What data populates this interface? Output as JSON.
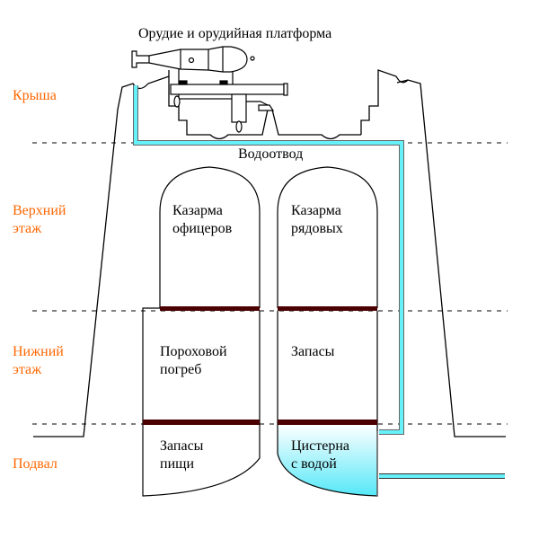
{
  "title": "Орудие и орудийная платформа",
  "colors": {
    "floor_label": "#ff6600",
    "water": "#66f0f8",
    "floor_beam": "#4a0000",
    "line": "#000000"
  },
  "floors": [
    {
      "label": "Крыша"
    },
    {
      "label": "Верхний",
      "label2": "этаж"
    },
    {
      "label": "Нижний",
      "label2": "этаж"
    },
    {
      "label": "Подвал"
    }
  ],
  "drain_label": "Водоотвод",
  "rooms": {
    "officers": {
      "line1": "Казарма",
      "line2": "офицеров"
    },
    "soldiers": {
      "line1": "Казарма",
      "line2": "рядовых"
    },
    "powder": {
      "line1": "Пороховой",
      "line2": "погреб"
    },
    "stores": {
      "line1": "Запасы"
    },
    "food": {
      "line1": "Запасы",
      "line2": "пищи"
    },
    "cistern": {
      "line1": "Цистерна",
      "line2": "с водой"
    }
  }
}
